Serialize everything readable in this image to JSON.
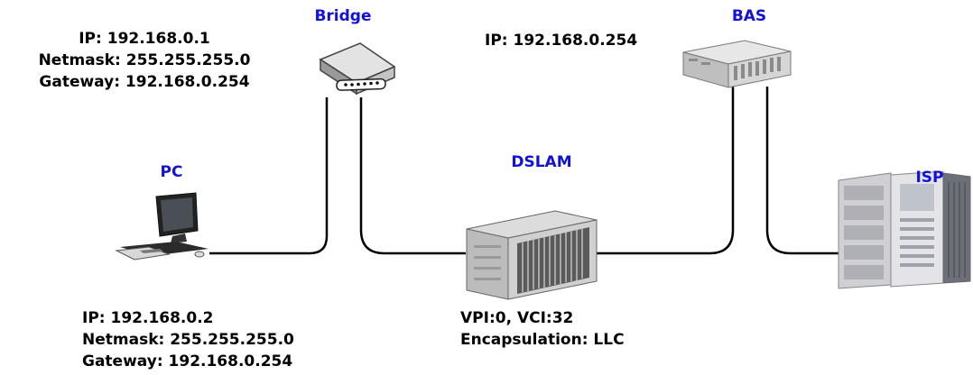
{
  "colors": {
    "device_title": "#1212d6",
    "text": "#000000",
    "link": "#000000"
  },
  "nodes": {
    "bridge": {
      "title": "Bridge",
      "ip": "IP: 192.168.0.1",
      "netmask": "Netmask: 255.255.255.0",
      "gateway": "Gateway: 192.168.0.254",
      "icon": "modem-icon"
    },
    "bas": {
      "title": "BAS",
      "ip": "IP: 192.168.0.254",
      "icon": "rack-router-icon"
    },
    "pc": {
      "title": "PC",
      "ip": "IP: 192.168.0.2",
      "netmask": "Netmask: 255.255.255.0",
      "gateway": "Gateway: 192.168.0.254",
      "icon": "desktop-computer-icon"
    },
    "dslam": {
      "title": "DSLAM",
      "vpi_vci": "VPI:0, VCI:32",
      "encapsulation": "Encapsulation: LLC",
      "icon": "dslam-chassis-icon"
    },
    "isp": {
      "title": "ISP",
      "icon": "server-rack-icon"
    }
  }
}
